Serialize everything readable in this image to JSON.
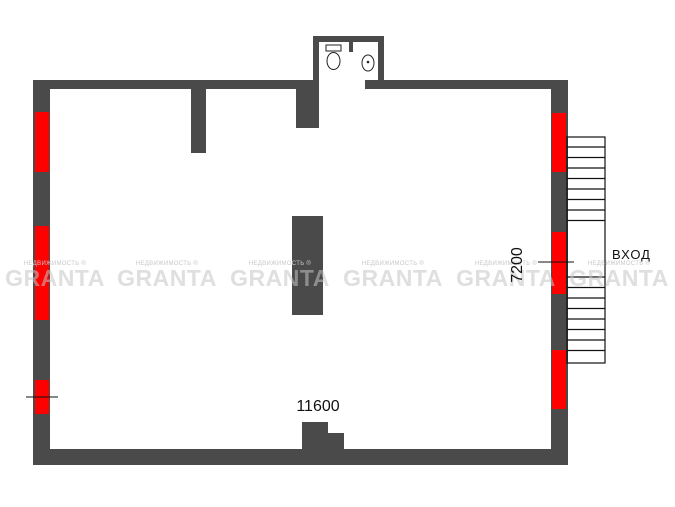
{
  "plan": {
    "dimension_width": "11600",
    "dimension_height": "7200",
    "entrance_label": "ВХОД"
  },
  "watermark": {
    "brand": "GRANTA",
    "tagline": "НЕДВИЖИМОСТЬ ®"
  },
  "colors": {
    "wall": "#4a4a4a",
    "window": "#ff0000",
    "background": "#ffffff"
  }
}
